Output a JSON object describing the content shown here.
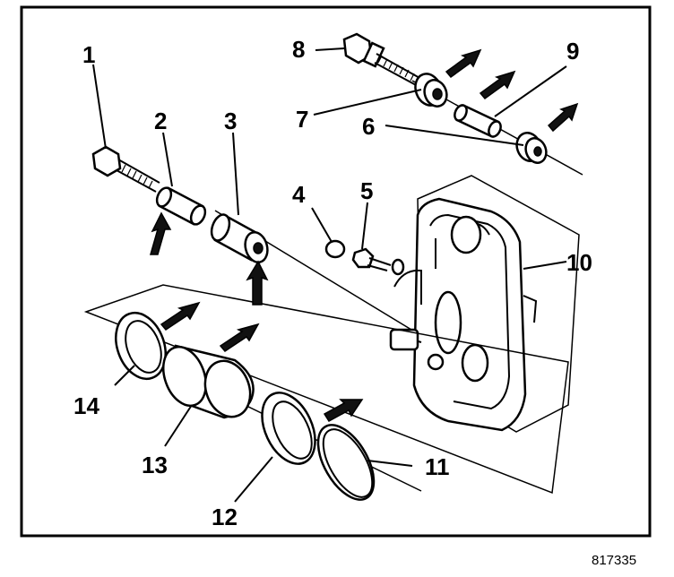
{
  "callouts": {
    "c1": "1",
    "c2": "2",
    "c3": "3",
    "c4": "4",
    "c5": "5",
    "c6": "6",
    "c7": "7",
    "c8": "8",
    "c9": "9",
    "c10": "10",
    "c11": "11",
    "c12": "12",
    "c13": "13",
    "c14": "14"
  },
  "figure_id": "817335"
}
